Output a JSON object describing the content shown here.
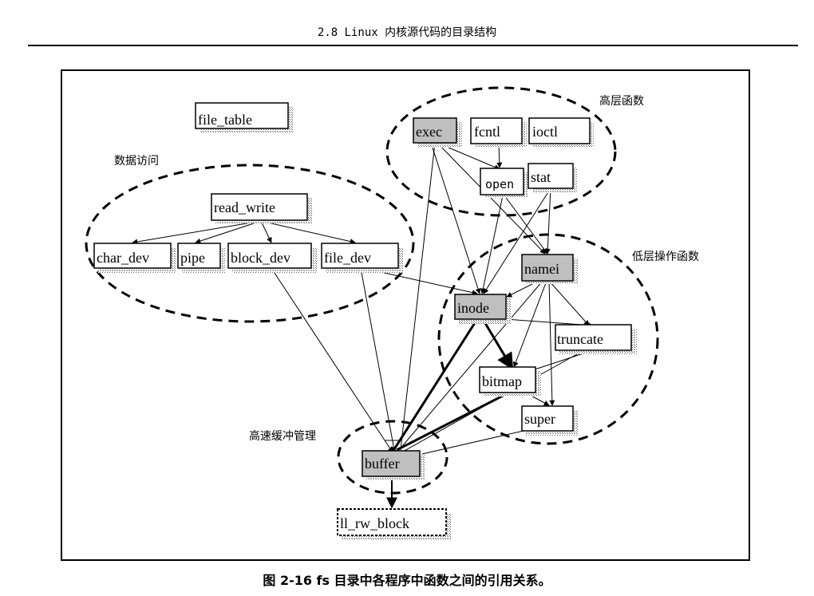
{
  "header": {
    "title": "2.8 Linux 内核源代码的目录结构"
  },
  "caption": {
    "text": "图 2-16 fs 目录中各程序中函数之间的引用关系。"
  },
  "groups": {
    "high": "高层函数",
    "data": "数据访问",
    "low": "低层操作函数",
    "buffer": "高速缓冲管理"
  },
  "nodes": {
    "file_table": "file_table",
    "exec": "exec",
    "fcntl": "fcntl",
    "ioctl": "ioctl",
    "open": "open",
    "stat": "stat",
    "read_write": "read_write",
    "char_dev": "char_dev",
    "pipe": "pipe",
    "block_dev": "block_dev",
    "file_dev": "file_dev",
    "namei": "namei",
    "inode": "inode",
    "truncate": "truncate",
    "bitmap": "bitmap",
    "super": "super",
    "buffer": "buffer",
    "ll_rw_block": "ll_rw_block"
  },
  "colors": {
    "shaded": "#bfbfbf",
    "white": "#ffffff",
    "line": "#000000"
  }
}
